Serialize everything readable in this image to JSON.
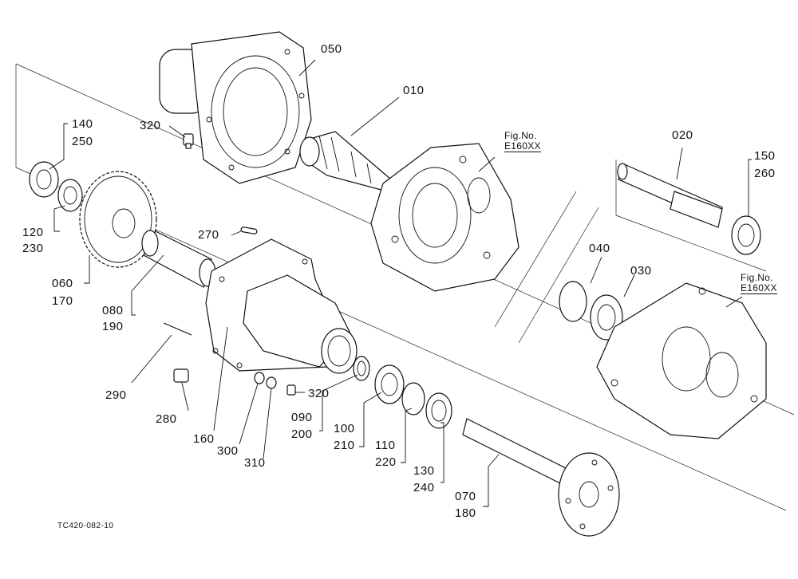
{
  "diagram": {
    "part_numbers": {
      "p050": "050",
      "p010": "010",
      "p320a": "320",
      "p140": "140",
      "p250": "250",
      "p120": "120",
      "p230": "230",
      "p060": "060",
      "p170": "170",
      "p270": "270",
      "p080": "080",
      "p190": "190",
      "p290": "290",
      "p280": "280",
      "p160": "160",
      "p300": "300",
      "p310": "310",
      "p320b": "320",
      "p090": "090",
      "p200": "200",
      "p100": "100",
      "p210": "210",
      "p110": "110",
      "p220": "220",
      "p130": "130",
      "p240": "240",
      "p070": "070",
      "p180": "180",
      "p020": "020",
      "p150": "150",
      "p260": "260",
      "p040": "040",
      "p030": "030"
    },
    "fig_refs": [
      {
        "line1": "Fig.No.",
        "line2": "E160XX"
      },
      {
        "line1": "Fig.No.",
        "line2": "E160XX"
      }
    ],
    "drawing_code": "TC420-082-10"
  }
}
